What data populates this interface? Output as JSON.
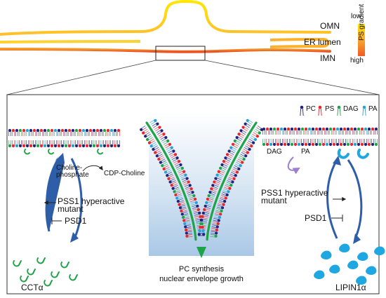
{
  "membranes": {
    "omn": "OMN",
    "er_lumen": "ER lumen",
    "imn": "IMN"
  },
  "gradient": {
    "low": "low",
    "high": "high",
    "title": "PS gradient",
    "colors": [
      "#ffe600",
      "#f9a82a",
      "#ef5a24"
    ]
  },
  "legend": [
    {
      "label": "PC",
      "color": "#22237a"
    },
    {
      "label": "PS",
      "color": "#e8262b"
    },
    {
      "label": "DAG",
      "color": "#22a04b"
    },
    {
      "label": "PA",
      "color": "#2b9fd8"
    }
  ],
  "left": {
    "substrate": "Choline-\nphosphate",
    "product": "CDP-Choline",
    "pss1": "PSS1 hyperactive\nmutant",
    "psd1": "PSD1",
    "enzyme": "CCTα"
  },
  "center": {
    "caption": "PC synthesis\nnuclear envelope growth"
  },
  "right": {
    "dag": "DAG",
    "pa": "PA",
    "pss1": "PSS1 hyperactive\nmutant",
    "psd1": "PSD1",
    "enzyme": "LIPIN1α"
  },
  "colors": {
    "pc": "#22237a",
    "ps": "#e8262b",
    "dag": "#22a04b",
    "pa": "#2b9fd8",
    "green": "#1fa348",
    "blue_arrow": "#2f5ea8",
    "lipin": "#1ea7e0",
    "purple": "#9b7fd0",
    "lipid_tail": "#9a9a9a"
  }
}
